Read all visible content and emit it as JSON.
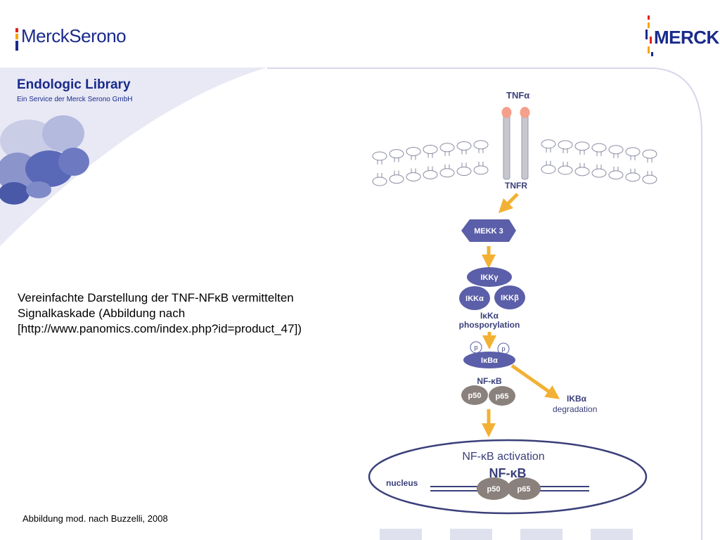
{
  "header": {
    "left_logo_text": "MerckSerono",
    "right_logo_text": "MERCK",
    "brand_color": "#1a2a8c",
    "logo_bar_colors": [
      "#e2231a",
      "#f7a600",
      "#1a2a8c"
    ]
  },
  "library": {
    "title": "Endologic Library",
    "subtitle": "Ein Service der Merck Serono GmbH"
  },
  "caption": {
    "line1": "Vereinfachte Darstellung der TNF-NFκB vermittelten",
    "line2": "Signalkaskade (Abbildung nach",
    "line3": "[http://www.panomics.com/index.php?id=product_47])"
  },
  "source_note": "Abbildung mod. nach Buzzelli, 2008",
  "diagram": {
    "tnf_label": "TNFα",
    "tnfr_label": "TNFR",
    "mekk3_label": "MEKK 3",
    "ikk_gamma_label": "IKKγ",
    "ikk_alpha_label": "IKKα",
    "ikk_beta_label": "IKKβ",
    "phos_line1": "IκKα",
    "phos_line2": "phosporylation",
    "p_label": "p",
    "ikb_alpha_label": "IκBα",
    "nfkb_label": "NF-κB",
    "p50_label": "p50",
    "p65_label": "p65",
    "degradation_line1": "IKBα",
    "degradation_line2": "degradation",
    "activation_label": "NF-κB activation",
    "nucleus_nfkb_label": "NF-κB",
    "nucleus_label": "nucleus",
    "colors": {
      "protein": "#5b5ea8",
      "subunit": "#8a817c",
      "arrow": "#f2b134",
      "text": "#3a3f7a"
    }
  }
}
